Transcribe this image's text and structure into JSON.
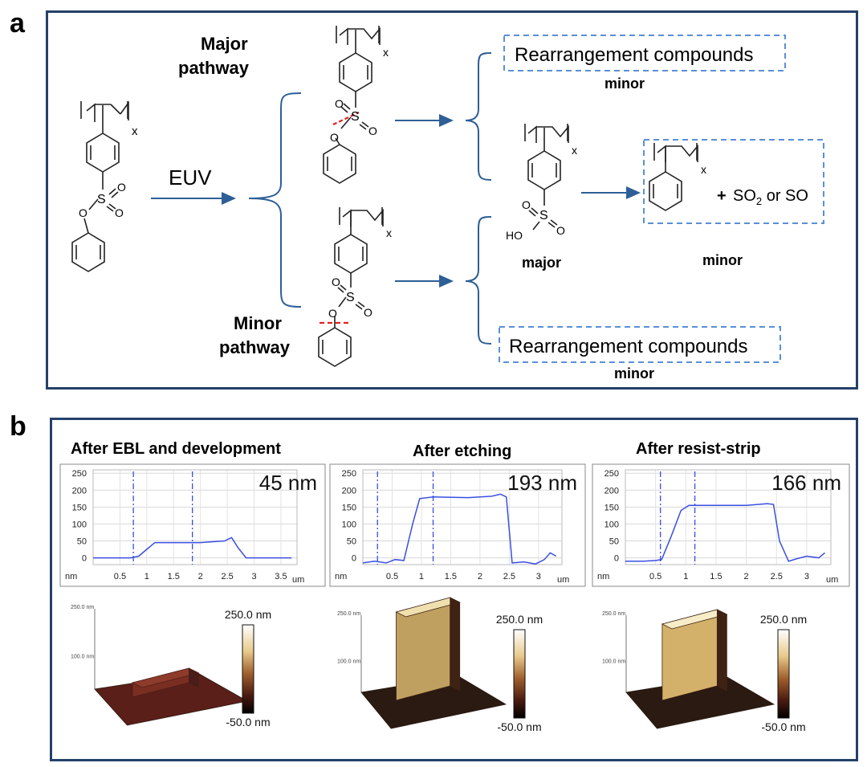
{
  "panel_a": {
    "letter": "a",
    "euv_label": "EUV",
    "major_pathway_line1": "Major",
    "major_pathway_line2": "pathway",
    "minor_pathway_line1": "Minor",
    "minor_pathway_line2": "pathway",
    "subscript_x": "x",
    "sulfonyl_S": "S",
    "oxygen": "O",
    "hydroxyl": "HO",
    "rearrangement_top": "Rearrangement compounds",
    "rearrangement_top_tag": "minor",
    "rearrangement_bottom": "Rearrangement compounds",
    "rearrangement_bottom_tag": "minor",
    "sulfonic_acid_tag": "major",
    "styrene_tag": "minor",
    "gas_plus": "+",
    "gas_so2": "SO",
    "gas_so2_sub": "2",
    "gas_or": " or SO"
  },
  "panel_b": {
    "letter": "b",
    "line_color": "#3a4fe0",
    "profiles": [
      {
        "title": "After EBL and development",
        "height_label": "45 nm",
        "y_ticks": [
          "250",
          "200",
          "150",
          "100",
          "50",
          "0"
        ],
        "y_unit": "nm",
        "x_ticks": [
          "0.5",
          "1",
          "1.5",
          "2",
          "2.5",
          "3",
          "3.5"
        ],
        "x_unit": "um",
        "afm_z_top": "250.0 nm",
        "afm_z_bottom": "-50.0 nm",
        "afm_z_axis_top": "250.0 nm",
        "afm_z_axis_mid": "100.0 nm",
        "chart_data": {
          "type": "line",
          "xlim": [
            0,
            3.8
          ],
          "ylim": [
            -20,
            260
          ],
          "x_ticks": [
            0.5,
            1,
            1.5,
            2,
            2.5,
            3,
            3.5
          ],
          "y_ticks": [
            0,
            50,
            100,
            150,
            200,
            250
          ],
          "markers": [
            0.75,
            1.85
          ],
          "x": [
            0,
            0.7,
            0.85,
            1.0,
            1.15,
            1.5,
            2.0,
            2.45,
            2.58,
            2.7,
            2.85,
            3.0,
            3.7
          ],
          "y": [
            0,
            0,
            5,
            25,
            45,
            45,
            45,
            50,
            60,
            30,
            0,
            0,
            0
          ]
        }
      },
      {
        "title": "After etching",
        "height_label": "193 nm",
        "y_ticks": [
          "250",
          "200",
          "150",
          "100",
          "50",
          "0"
        ],
        "y_unit": "nm",
        "x_ticks": [
          "0.5",
          "1",
          "1.5",
          "2",
          "2.5",
          "3"
        ],
        "x_unit": "um",
        "afm_z_top": "250.0 nm",
        "afm_z_bottom": "-50.0 nm",
        "afm_z_axis_top": "250.0 nm",
        "afm_z_axis_mid": "100.0 nm",
        "chart_data": {
          "type": "line",
          "xlim": [
            0,
            3.4
          ],
          "ylim": [
            -20,
            260
          ],
          "x_ticks": [
            0.5,
            1,
            1.5,
            2,
            2.5,
            3
          ],
          "y_ticks": [
            0,
            50,
            100,
            150,
            200,
            250
          ],
          "markers": [
            0.25,
            1.2
          ],
          "x": [
            0,
            0.2,
            0.4,
            0.55,
            0.7,
            0.85,
            0.97,
            1.2,
            1.8,
            2.2,
            2.35,
            2.45,
            2.55,
            2.75,
            2.95,
            3.1,
            3.2,
            3.3
          ],
          "y": [
            -15,
            -10,
            -15,
            -5,
            -8,
            100,
            175,
            180,
            178,
            182,
            188,
            180,
            -15,
            -12,
            -18,
            -5,
            15,
            5
          ]
        }
      },
      {
        "title": "After resist-strip",
        "height_label": "166 nm",
        "y_ticks": [
          "250",
          "200",
          "150",
          "100",
          "50",
          "0"
        ],
        "y_unit": "nm",
        "x_ticks": [
          "0.5",
          "1",
          "1.5",
          "2",
          "2.5",
          "3"
        ],
        "x_unit": "um",
        "afm_z_top": "250.0 nm",
        "afm_z_bottom": "-50.0 nm",
        "afm_z_axis_top": "250.0 nm",
        "afm_z_axis_mid": "100.0 nm",
        "chart_data": {
          "type": "line",
          "xlim": [
            0,
            3.4
          ],
          "ylim": [
            -20,
            260
          ],
          "x_ticks": [
            0.5,
            1,
            1.5,
            2,
            2.5,
            3
          ],
          "y_ticks": [
            0,
            50,
            100,
            150,
            200,
            250
          ],
          "markers": [
            0.58,
            1.15
          ],
          "x": [
            0,
            0.3,
            0.5,
            0.6,
            0.75,
            0.92,
            1.05,
            1.2,
            2.0,
            2.35,
            2.45,
            2.55,
            2.7,
            2.85,
            3.0,
            3.2,
            3.3
          ],
          "y": [
            -10,
            -10,
            -8,
            -5,
            60,
            140,
            155,
            155,
            155,
            160,
            158,
            50,
            -10,
            -2,
            5,
            0,
            15
          ]
        }
      }
    ]
  }
}
